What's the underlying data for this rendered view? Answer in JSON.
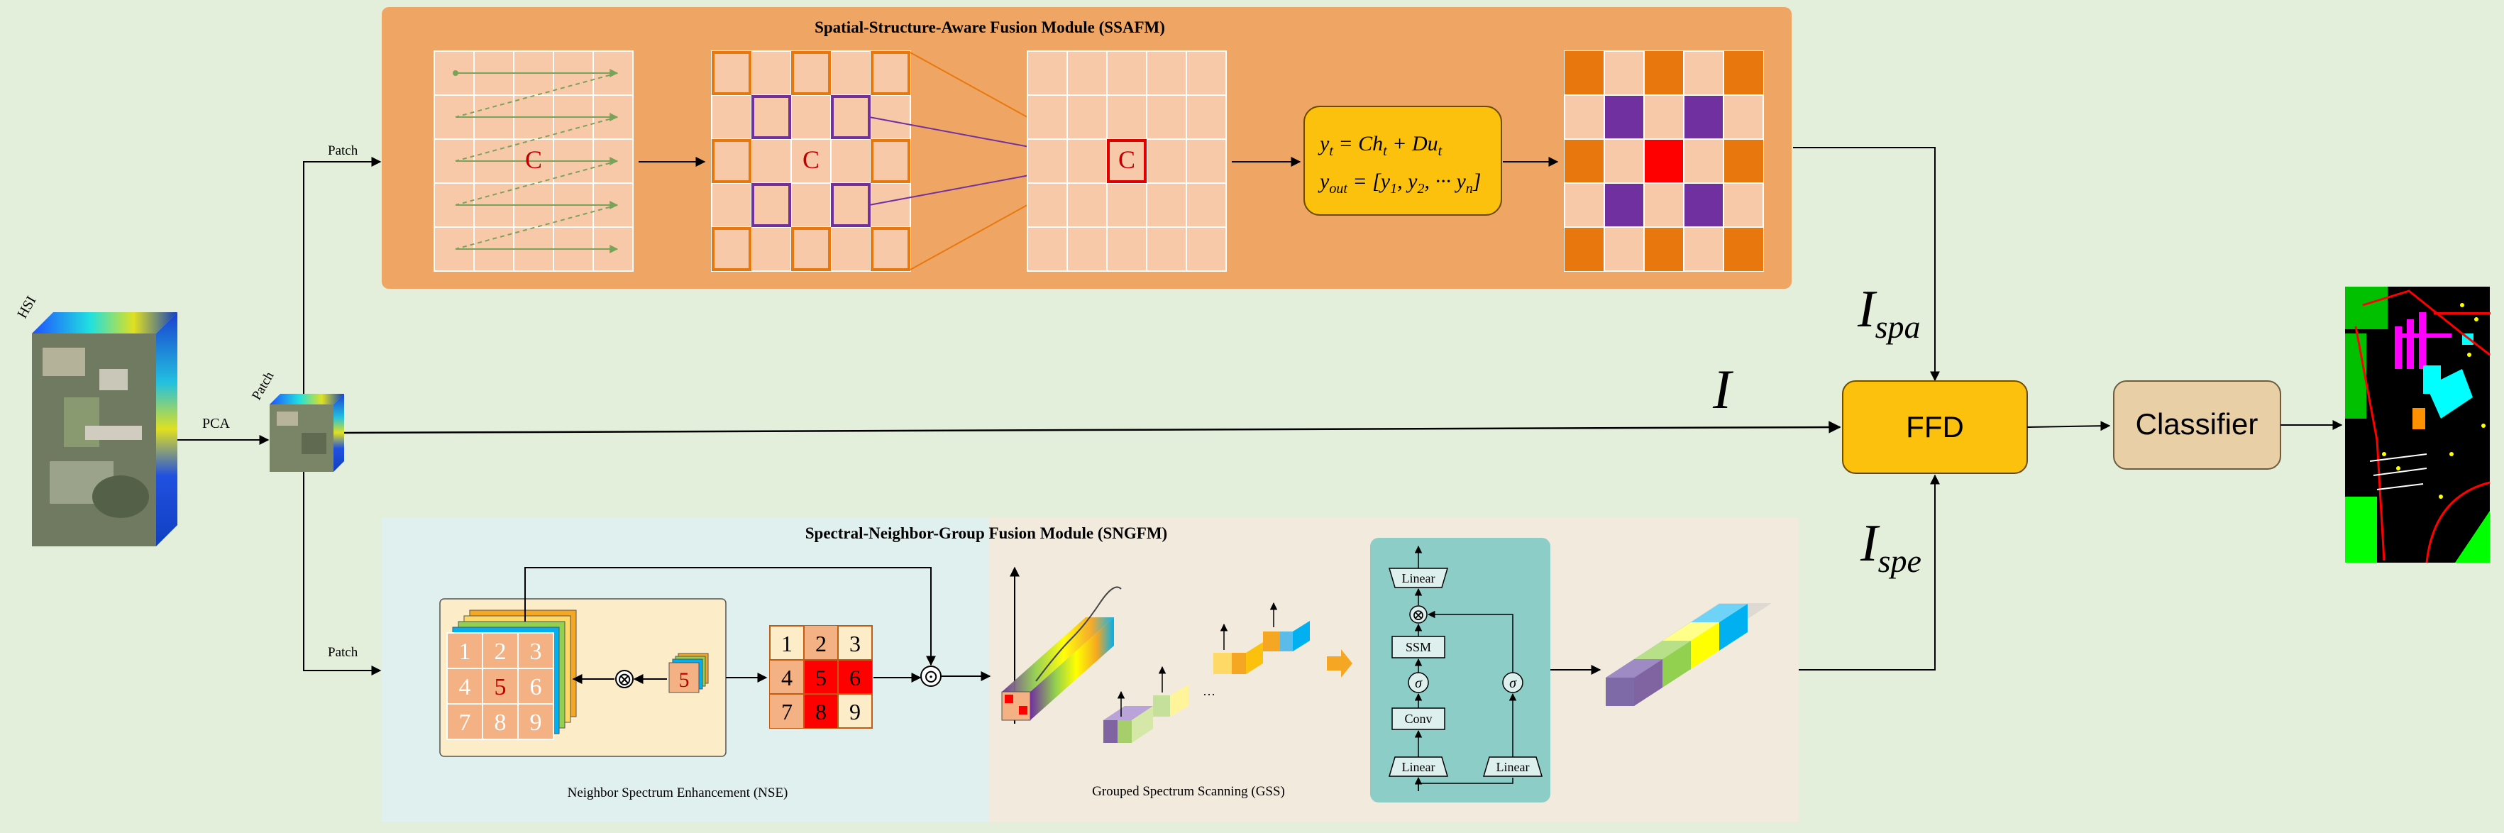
{
  "inputs": {
    "hsi_label": "HSI",
    "pca_label": "PCA",
    "patch_cube_label": "Patch",
    "patch_top_label": "Patch",
    "patch_bottom_label": "Patch"
  },
  "ssafm": {
    "title": "Spatial-Structure-Aware Fusion Module (SSAFM)",
    "center_label": "C",
    "eq_line1_main": "y",
    "eq_line1_sub": "t",
    "eq_line1_rest": " = Ch",
    "eq_line1_sub2": "t",
    "eq_line1_rest2": " + Du",
    "eq_line1_sub3": "t",
    "eq_line2_main": "y",
    "eq_line2_sub": "out",
    "eq_line2_rest": " = [y",
    "eq_line2_s1": "1",
    "eq_line2_mid": ", y",
    "eq_line2_s2": "2",
    "eq_line2_end": ", ··· y",
    "eq_line2_sn": "n",
    "eq_line2_close": "]"
  },
  "sngfm": {
    "title": "Spectral-Neighbor-Group  Fusion Module (SNGFM)",
    "nse_caption": "Neighbor Spectrum Enhancement (NSE)",
    "gss_caption": "Grouped Spectrum Scanning (GSS)",
    "grid_numbers": [
      "1",
      "2",
      "3",
      "4",
      "5",
      "6",
      "7",
      "8",
      "9"
    ],
    "center_number": "5",
    "ssm_blocks": {
      "linear_top": "Linear",
      "ssm": "SSM",
      "sigma": "σ",
      "conv": "Conv",
      "linear_bottom_left": "Linear",
      "linear_bottom_right": "Linear"
    },
    "multiply_symbol": "⊗",
    "dot_symbol": "⊙"
  },
  "fusion": {
    "i_spa_main": "I",
    "i_spa_sub": "spa",
    "i_main": "I",
    "i_spe_main": "I",
    "i_spe_sub": "spe",
    "ffd_label": "FFD",
    "classifier_label": "Classifier"
  },
  "colors": {
    "background": "#e3eedb",
    "ssafm_panel": "#efa664",
    "nse_panel": "#e0f0ee",
    "gss_panel": "#f2ebdd",
    "ffd": "#fbc10c",
    "classifier": "#e8cfa6",
    "ssm_panel": "#8ccdc8",
    "cell_light": "#f8c9a8",
    "orange": "#e8780e",
    "purple": "#7030a0",
    "red": "#ff0000"
  }
}
